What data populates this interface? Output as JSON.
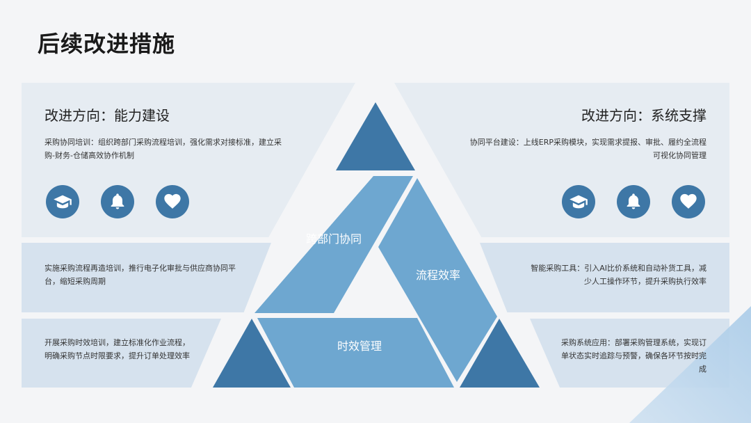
{
  "title": "后续改进措施",
  "left": {
    "heading": "改进方向：能力建设",
    "top_desc": "采购协同培训：组织跨部门采购流程培训，强化需求对接标准，建立采购-财务-仓储高效协作机制",
    "middle_desc": "实施采购流程再造培训，推行电子化审批与供应商协同平台，缩短采购周期",
    "bottom_desc": "开展采购时效培训，建立标准化作业流程，明确采购节点时限要求，提升订单处理效率",
    "icons": [
      "graduation-cap-icon",
      "bell-icon",
      "heart-icon"
    ]
  },
  "right": {
    "heading": "改进方向：系统支撑",
    "top_desc": "协同平台建设：上线ERP采购模块，实现需求提报、审批、履约全流程可视化协同管理",
    "middle_desc": "智能采购工具：引入AI比价系统和自动补货工具，减少人工操作环节，提升采购执行效率",
    "bottom_desc": "采购系统应用：部署采购管理系统，实现订单状态实时追踪与预警，确保各环节按时完成",
    "icons": [
      "graduation-cap-icon",
      "bell-icon",
      "heart-icon"
    ]
  },
  "pyramid": {
    "left_label": "跨部门协同",
    "right_label": "流程效率",
    "bottom_label": "时效管理"
  },
  "colors": {
    "dark_blue": "#3e77a6",
    "mid_blue": "#6ea7d0",
    "panel_light": "#e6ecf2",
    "panel_mid": "#d6e2ee"
  }
}
